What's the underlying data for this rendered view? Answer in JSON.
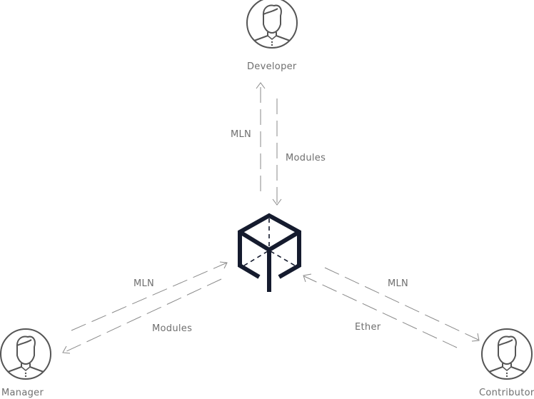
{
  "nodes": {
    "developer": {
      "label": "Developer",
      "icon": "user-avatar-icon"
    },
    "manager": {
      "label": "Manager",
      "icon": "user-avatar-icon"
    },
    "contributor": {
      "label": "Contributor",
      "icon": "user-avatar-icon"
    },
    "center": {
      "icon": "cube-logo-icon",
      "color": "#151b2e"
    }
  },
  "edges": [
    {
      "from": "center",
      "to": "developer",
      "label": "MLN"
    },
    {
      "from": "developer",
      "to": "center",
      "label": "Modules"
    },
    {
      "from": "manager",
      "to": "center",
      "label": "MLN"
    },
    {
      "from": "center",
      "to": "manager",
      "label": "Modules"
    },
    {
      "from": "center",
      "to": "contributor",
      "label": "MLN"
    },
    {
      "from": "contributor",
      "to": "center",
      "label": "Ether"
    }
  ]
}
